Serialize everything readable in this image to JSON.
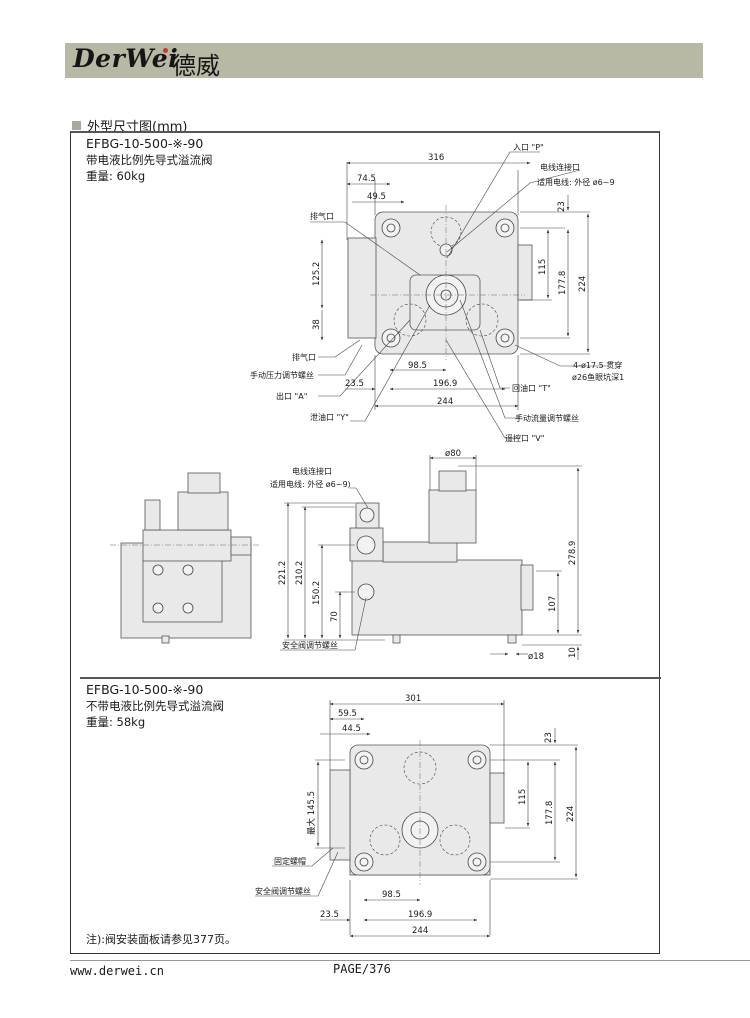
{
  "header": {
    "logo_text": "DerWei",
    "logo_cn": "德威",
    "brand_color": "#b9b8a4"
  },
  "section": {
    "icon": "square-bullet-icon",
    "title": "外型尺寸图(mm)"
  },
  "product1": {
    "model": "EFBG-10-500-※-90",
    "desc": "带电液比例先导式溢流阀",
    "weight": "重量: 60kg",
    "top_view": {
      "dims": {
        "overall_width": "316",
        "w74": "74.5",
        "w49": "49.5",
        "h23": "23",
        "h115": "115",
        "h177": "177.8",
        "h224": "224",
        "h125": "125.2",
        "h38": "38",
        "w98": "98.5",
        "w23": "23.5",
        "w196": "196.9",
        "w244": "244"
      },
      "labels": {
        "inlet_p": "入口 \"P\"",
        "cable_port": "电线连接口",
        "cable_spec": "适用电线: 外径 ø6~9",
        "vent_top": "排气口",
        "vent_bottom": "排气口",
        "manual_pressure": "手动压力调节螺丝",
        "outlet_a": "出口 \"A\"",
        "drain_y": "泄油口 \"Y\"",
        "return_t": "回油口 \"T\"",
        "manual_flow": "手动流量调节螺丝",
        "remote_v": "遥控口 \"V\"",
        "bolt_holes": "4-ø17.5 贯穿",
        "counterbore": "ø26鱼眼坑深1"
      }
    },
    "side_view": {
      "dims": {
        "d80": "ø80",
        "h278": "278.9",
        "h107": "107",
        "h10": "10",
        "d18": "ø18",
        "h221": "221.2",
        "h210": "210.2",
        "h150": "150.2",
        "h70": "70"
      },
      "labels": {
        "cable_port": "电线连接口",
        "cable_spec": "适用电线: 外径 ø6~9)",
        "safety_screw": "安全阀调节螺丝"
      }
    }
  },
  "product2": {
    "model": "EFBG-10-500-※-90",
    "desc": "不带电液比例先导式溢流阀",
    "weight": "重量: 58kg",
    "dims": {
      "overall_width": "301",
      "w59": "59.5",
      "w44": "44.5",
      "h23": "23",
      "h115": "115",
      "h177": "177.8",
      "h224": "224",
      "max145": "最大 145.5",
      "w98": "98.5",
      "w23": "23.5",
      "w196": "196.9",
      "w244": "244"
    },
    "labels": {
      "lock_nut": "固定螺帽",
      "safety_screw": "安全阀调节螺丝"
    }
  },
  "note": "注):阀安装面板请参见377页。",
  "footer": {
    "url": "www.derwei.cn",
    "page": "PAGE/376"
  }
}
